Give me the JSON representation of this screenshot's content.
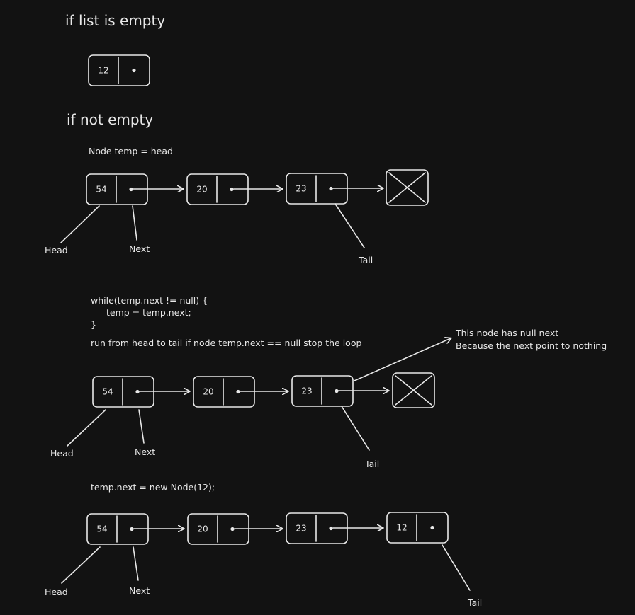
{
  "headings": {
    "empty": "if list is empty",
    "not_empty": "if not empty"
  },
  "code": {
    "init": "Node temp = head",
    "loop_line1": "while(temp.next != null) {",
    "loop_line2": "temp = temp.next;",
    "loop_line3": "}",
    "loop_desc": "run from head to tail if node temp.next == null stop the loop",
    "append": "temp.next = new Node(12);"
  },
  "annotation": {
    "line1": "This node has null next",
    "line2": "Because the next point to nothing"
  },
  "labels": {
    "head": "Head",
    "next": "Next",
    "tail": "Tail"
  },
  "lists": {
    "empty_list": [
      "12"
    ],
    "list_initial": [
      "54",
      "20",
      "23"
    ],
    "list_loop": [
      "54",
      "20",
      "23"
    ],
    "list_appended": [
      "54",
      "20",
      "23",
      "12"
    ]
  }
}
